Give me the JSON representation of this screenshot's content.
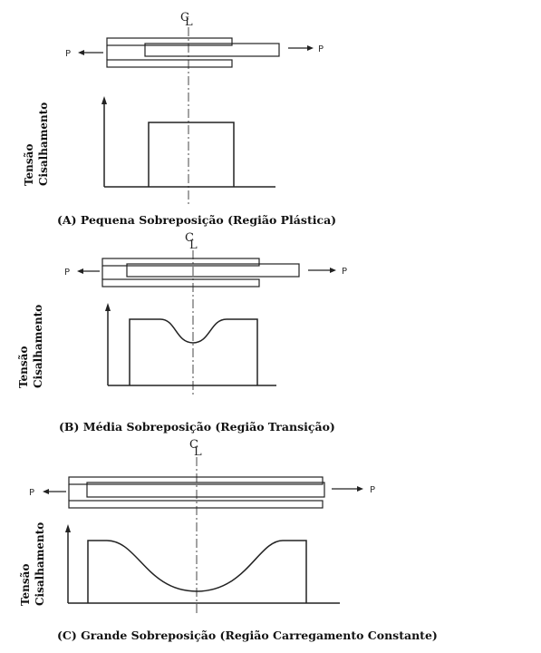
{
  "centerline_symbol": "CL",
  "force_label": "P",
  "axis_label_line1": "Tensão",
  "axis_label_line2": "Cisalhamento",
  "panels": [
    {
      "id": "a",
      "caption": "(A) Pequena Sobreposição (Região Plástica)"
    },
    {
      "id": "b",
      "caption": "(B) Média Sobreposição (Região Transição)"
    },
    {
      "id": "c",
      "caption": "(C) Grande Sobreposição (Região Carregamento Constante)"
    }
  ]
}
